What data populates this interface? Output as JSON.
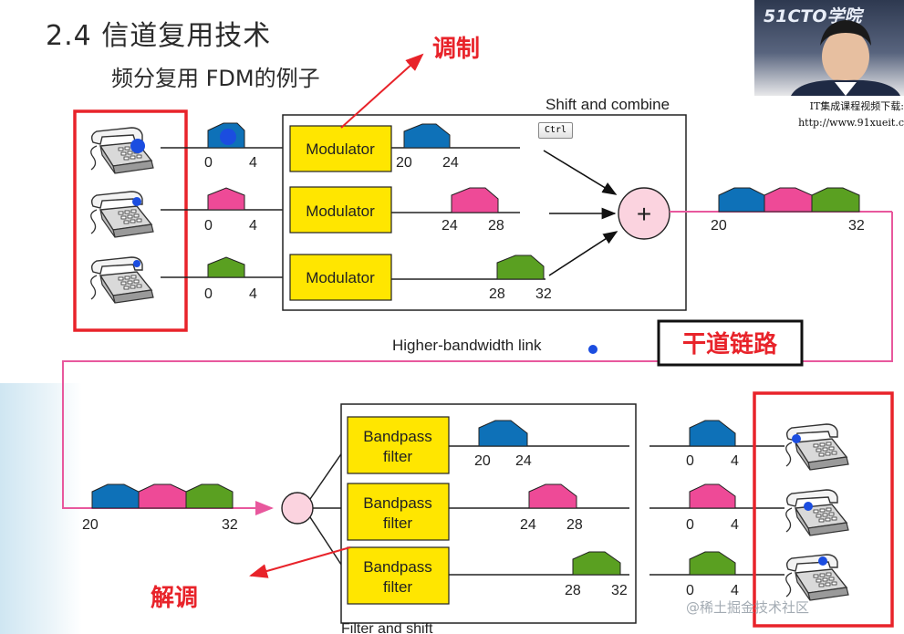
{
  "header": {
    "title": "2.4 信道复用技术",
    "subtitle": "频分复用 FDM的例子"
  },
  "annotations": {
    "modulation": "调制",
    "demodulation": "解调",
    "trunk_link": "干道链路"
  },
  "diagram": {
    "shift_combine": "Shift and combine",
    "filter_shift": "Filter and shift",
    "link_label": "Higher-bandwidth link",
    "modulator": "Modulator",
    "bandpass_line1": "Bandpass",
    "bandpass_line2": "filter",
    "plus": "+",
    "ctrl": "Ctrl",
    "ticks": {
      "zero": "0",
      "four": "4",
      "twenty": "20",
      "twentyfour": "24",
      "twentyeight": "28",
      "thirtytwo": "32"
    }
  },
  "video": {
    "logo": "51CTO学院",
    "caption_line1": "IT集成课程视频下载:",
    "caption_line2": "http://www.91xueit.c"
  },
  "watermark": "@稀土掘金技术社区",
  "colors": {
    "blue": "#0e71b8",
    "pink": "#ee4a97",
    "green": "#5aa021",
    "yellow": "#ffe600",
    "red": "#e8232a",
    "link": "#e8589d",
    "circle": "#fbd3df"
  }
}
